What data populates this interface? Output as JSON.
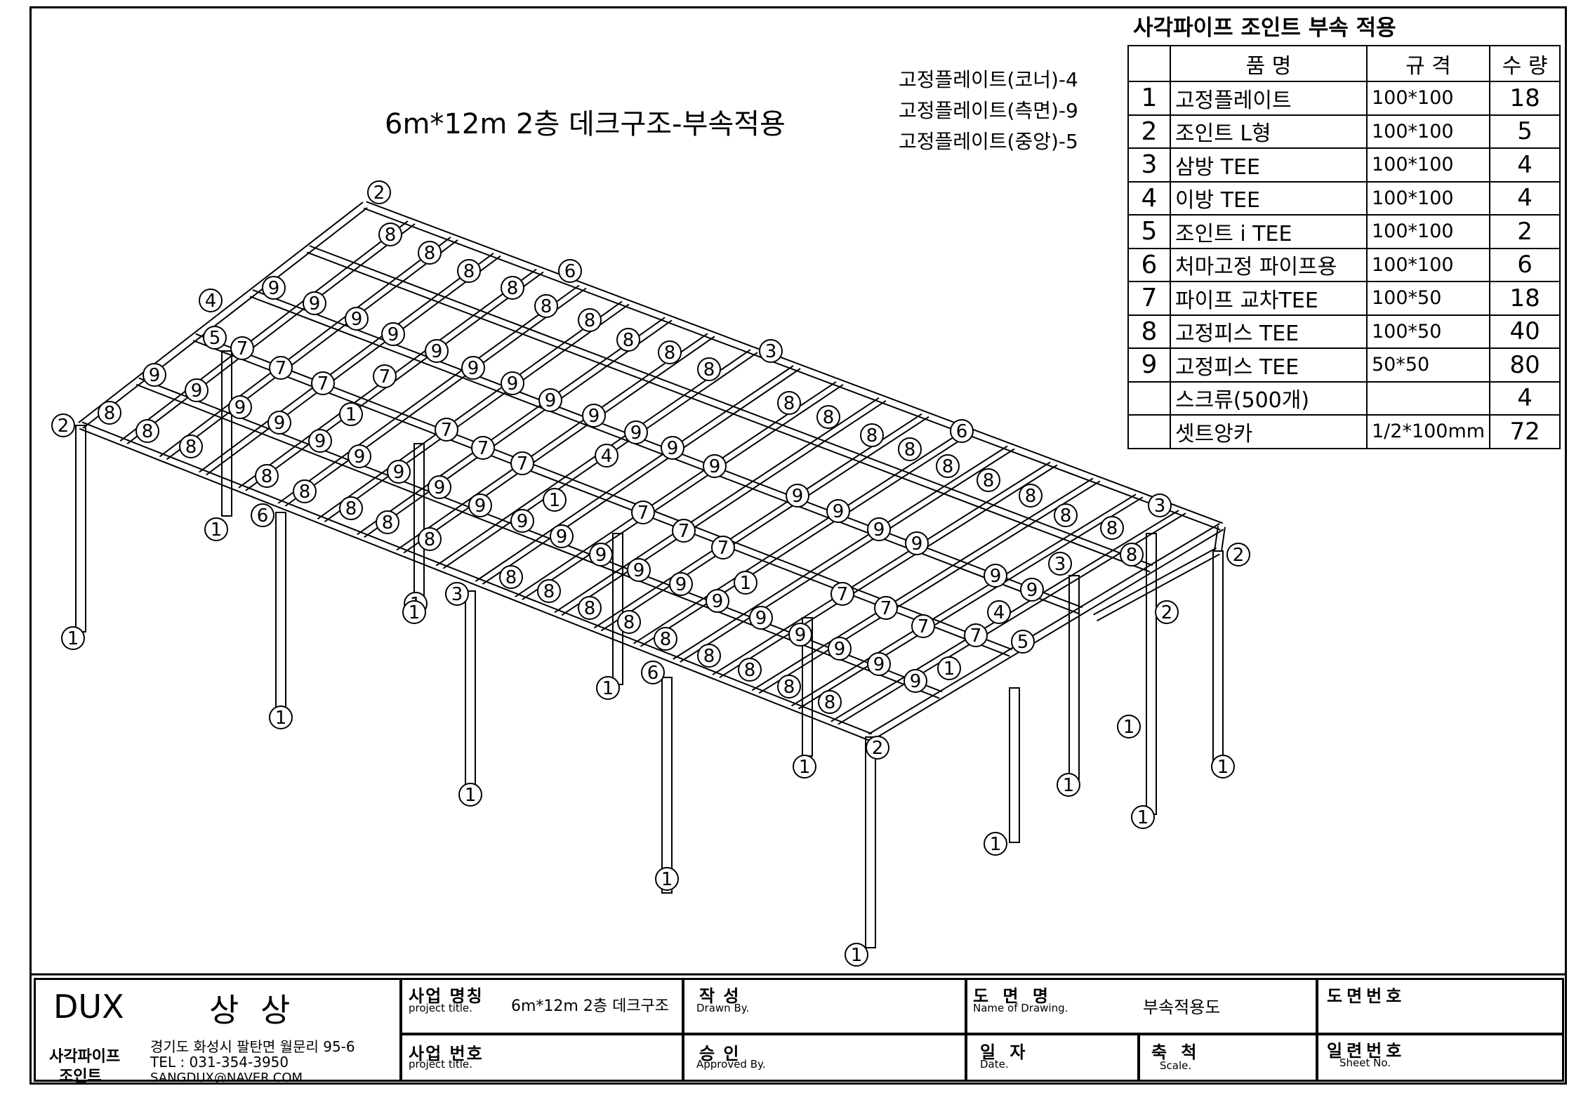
{
  "drawing": {
    "title": "6m*12m 2층 데크구조-부속적용",
    "notes": [
      "고정플레이트(코너)-4",
      "고정플레이트(측면)-9",
      "고정플레이트(중앙)-5"
    ]
  },
  "parts_table": {
    "caption": "사각파이프 조인트 부속 적용",
    "headers": {
      "name": "품          명",
      "spec": "규    격",
      "qty": "수   량"
    },
    "rows": [
      {
        "no": "1",
        "name": "고정플레이트",
        "spec": "100*100",
        "qty": "18"
      },
      {
        "no": "2",
        "name": "조인트 L형",
        "spec": "100*100",
        "qty": "5"
      },
      {
        "no": "3",
        "name": "삼방 TEE",
        "spec": "100*100",
        "qty": "4"
      },
      {
        "no": "4",
        "name": "이방 TEE",
        "spec": "100*100",
        "qty": "4"
      },
      {
        "no": "5",
        "name": "조인트 i TEE",
        "spec": "100*100",
        "qty": "2"
      },
      {
        "no": "6",
        "name": "처마고정 파이프용",
        "spec": "100*100",
        "qty": "6"
      },
      {
        "no": "7",
        "name": "파이프 교차TEE",
        "spec": "100*50",
        "qty": "18"
      },
      {
        "no": "8",
        "name": "고정피스 TEE",
        "spec": "100*50",
        "qty": "40"
      },
      {
        "no": "9",
        "name": "고정피스 TEE",
        "spec": "50*50",
        "qty": "80"
      },
      {
        "no": "",
        "name": "스크류(500개)",
        "spec": "",
        "qty": "4"
      },
      {
        "no": "",
        "name": "셋트앙카",
        "spec": "1/2*100mm",
        "qty": "72"
      }
    ]
  },
  "title_block": {
    "company": {
      "brand": "DUX",
      "name": "상 상",
      "subtitle_line1": "사각파이프",
      "subtitle_line2": "조인트",
      "address": "경기도 화성시 팔탄면 월문리 95-6",
      "tel": "TEL : 031-354-3950",
      "email": "SANGDUX@NAVER.COM"
    },
    "project_name": {
      "label_kr": "사업 명칭",
      "label_en": "project title.",
      "value": "6m*12m 2층 데크구조"
    },
    "project_no": {
      "label_kr": "사업 번호",
      "label_en": "project title."
    },
    "drawn": {
      "label_kr": "작   성",
      "label_en": "Drawn By."
    },
    "approved": {
      "label_kr": "승   인",
      "label_en": "Approved By."
    },
    "drawing_name": {
      "label_kr": "도 면 명",
      "label_en": "Name of Drawing.",
      "value": "부속적용도"
    },
    "date": {
      "label_kr": "일 자",
      "label_en": "Date."
    },
    "scale": {
      "label_kr": "축 척",
      "label_en": "Scale."
    },
    "drawing_no": {
      "label_kr": "도면번호"
    },
    "sheet_no": {
      "label_kr": "일련번호",
      "label_en": "Sheet No."
    }
  },
  "callouts": {
    "part_1": "1",
    "part_2": "2",
    "part_3": "3",
    "part_4": "4",
    "part_5": "5",
    "part_6": "6",
    "part_7": "7",
    "part_8": "8",
    "part_9": "9"
  }
}
